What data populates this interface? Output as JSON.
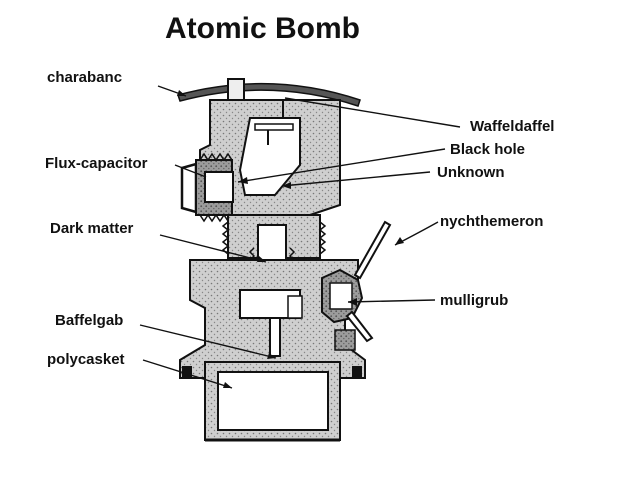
{
  "title": "Atomic Bomb",
  "labels": {
    "charabanc": "charabanc",
    "flux_capacitor": "Flux-capacitor",
    "dark_matter": "Dark matter",
    "baffelgab": "Baffelgab",
    "polycasket": "polycasket",
    "waffeldaffel": "Waffeldaffel",
    "black_hole": "Black hole",
    "unknown": "Unknown",
    "nychthemeron": "nychthemeron",
    "mulligrub": "mulligrub"
  }
}
